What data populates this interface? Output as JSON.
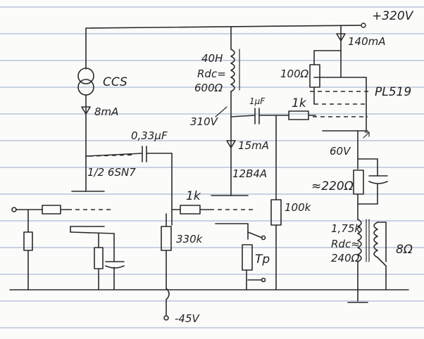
{
  "labels": {
    "supply": "+320V",
    "pl_current": "140mA",
    "ccs": "CCS",
    "ccs_current": "8mA",
    "choke_l": "40H",
    "choke_rdc": "Rdc=",
    "choke_rdc_val": "600Ω",
    "cap_top": "1µF",
    "v310": "310V",
    "r_g2": "1k",
    "r_100": "100Ω",
    "pl519": "PL519",
    "i_mid": "15mA",
    "cap_coupling": "0,33µF",
    "tube1": "1/2 6SN7",
    "tube2": "12B4A",
    "v60": "60V",
    "r_cath": "≈220Ω",
    "r_1k_mid": "1k",
    "r_100k": "100k",
    "r_330k": "330k",
    "tp": "Tp",
    "l_175k": "1,75k",
    "rdc2": "Rdc≈",
    "rdc2_val": "240Ω",
    "load": "8Ω",
    "bias": "-45V"
  }
}
